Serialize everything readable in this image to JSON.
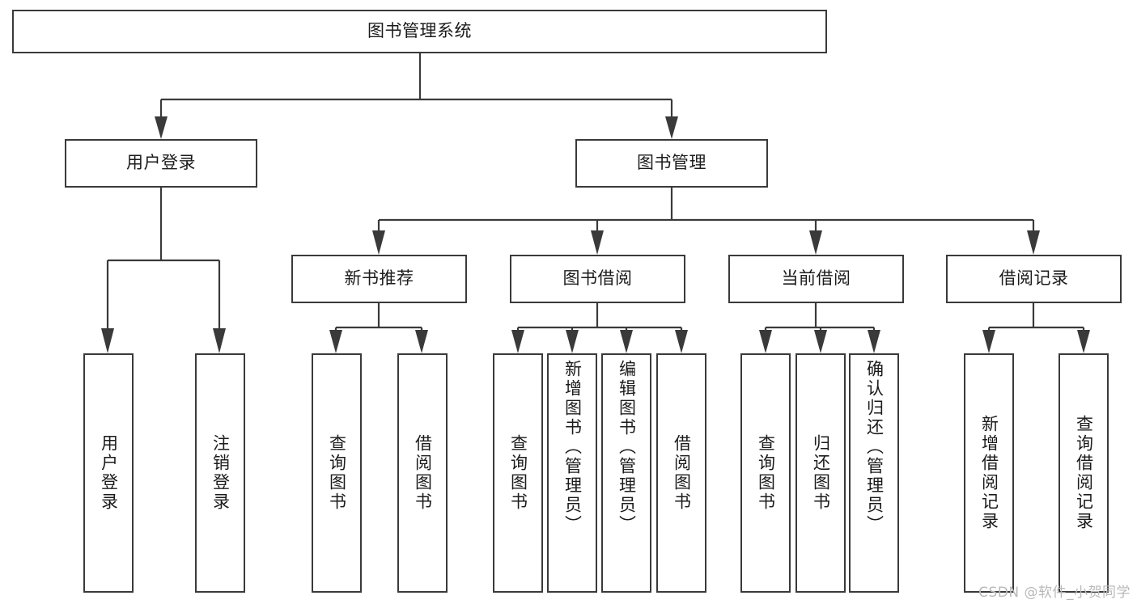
{
  "diagram": {
    "title": "图书管理系统",
    "type": "hierarchy-tree",
    "root": {
      "id": "root",
      "label": "图书管理系统"
    },
    "level2": [
      {
        "id": "user-login",
        "label": "用户登录"
      },
      {
        "id": "book-management",
        "label": "图书管理"
      }
    ],
    "level3": [
      {
        "id": "new-book-recommend",
        "label": "新书推荐",
        "parent": "book-management"
      },
      {
        "id": "book-borrow",
        "label": "图书借阅",
        "parent": "book-management"
      },
      {
        "id": "current-borrow",
        "label": "当前借阅",
        "parent": "book-management"
      },
      {
        "id": "borrow-record",
        "label": "借阅记录",
        "parent": "book-management"
      }
    ],
    "leaves": {
      "user_login": [
        {
          "id": "leaf-user-login",
          "label": "用户登录"
        },
        {
          "id": "leaf-logout",
          "label": "注销登录"
        }
      ],
      "new_book_recommend": [
        {
          "id": "leaf-query-book-1",
          "label": "查询图书"
        },
        {
          "id": "leaf-borrow-book-1",
          "label": "借阅图书"
        }
      ],
      "book_borrow": [
        {
          "id": "leaf-query-book-2",
          "label": "查询图书"
        },
        {
          "id": "leaf-add-book",
          "label": "新增图书（管理员）"
        },
        {
          "id": "leaf-edit-book",
          "label": "编辑图书（管理员）"
        },
        {
          "id": "leaf-borrow-book-2",
          "label": "借阅图书"
        }
      ],
      "current_borrow": [
        {
          "id": "leaf-query-book-3",
          "label": "查询图书"
        },
        {
          "id": "leaf-return-book",
          "label": "归还图书"
        },
        {
          "id": "leaf-confirm-return",
          "label": "确认归还（管理员）"
        }
      ],
      "borrow_record": [
        {
          "id": "leaf-add-record",
          "label": "新增借阅记录"
        },
        {
          "id": "leaf-query-record",
          "label": "查询借阅记录"
        }
      ]
    },
    "colors": {
      "stroke": "#3a3a3a",
      "fill": "#ffffff",
      "text": "#1b1b1b",
      "watermark": "#b9b9b9"
    }
  },
  "watermark": {
    "text": "CSDN @软件_小贺同学"
  }
}
